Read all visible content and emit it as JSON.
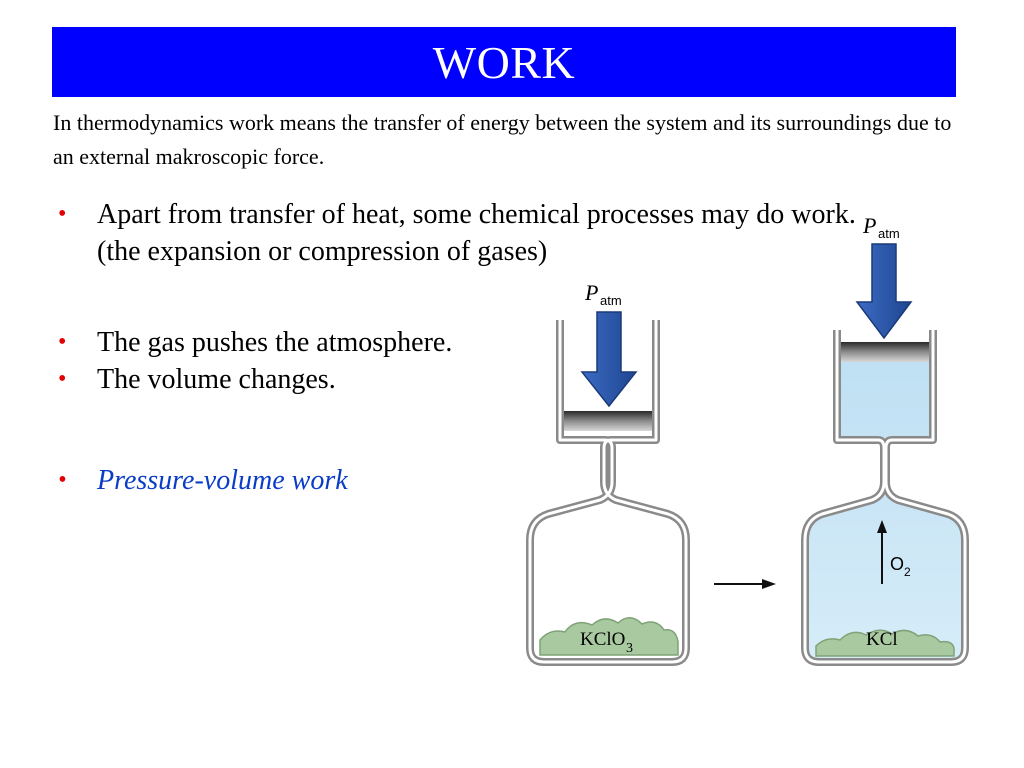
{
  "slide": {
    "title": "WORK",
    "intro": "In thermodynamics work means the transfer of energy between the system and its surroundings due to an external makroscopic force.",
    "bullets": [
      "Apart from transfer of heat, some chemical processes may do work.(the expansion or compression of gases)",
      "The gas pushes the atmosphere.",
      "The volume changes.",
      "Pressure-volume work"
    ],
    "bullet_glyph": "•"
  },
  "diagram": {
    "left": {
      "pressure_label": "P",
      "pressure_subscript": "atm",
      "substance": "KClO",
      "substance_subscript": "3"
    },
    "right": {
      "pressure_label": "P",
      "pressure_subscript": "atm",
      "substance": "KCl",
      "gas_label": "O",
      "gas_subscript": "2"
    },
    "colors": {
      "arrow_fill": "#2855a8",
      "arrow_stroke": "#1a3a7a",
      "gas_fill": "#c8e4f4",
      "salt_fill": "#a9c9a0",
      "piston_dark": "#3a3a3a",
      "piston_light": "#c4c4c4",
      "flask_outline": "#8a8a8a"
    }
  }
}
